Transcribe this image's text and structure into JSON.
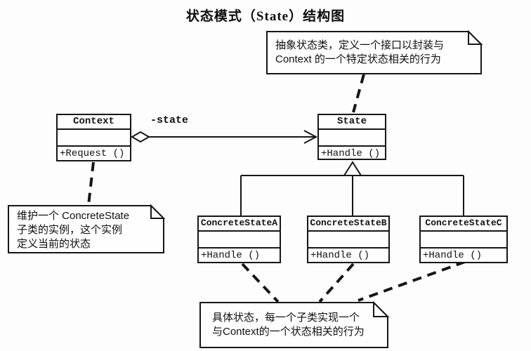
{
  "title": "状态模式（State）结构图",
  "classes": {
    "context": {
      "name": "Context",
      "method": "+Request ()"
    },
    "state": {
      "name": "State",
      "method": "+Handle ()"
    },
    "concreteA": {
      "name": "ConcreteStateA",
      "method": "+Handle ()"
    },
    "concreteB": {
      "name": "ConcreteStateB",
      "method": "+Handle ()"
    },
    "concreteC": {
      "name": "ConcreteStateC",
      "method": "+Handle ()"
    }
  },
  "labels": {
    "association": "-state"
  },
  "notes": {
    "state_note": {
      "lines": [
        "抽象状态类，定义一个接口以封装与",
        "Context 的一个特定状态相关的行为"
      ]
    },
    "context_note": {
      "lines": [
        "维护一个 ConcreteState",
        "子类的实例，这个实例",
        "定义当前的状态"
      ]
    },
    "concrete_note": {
      "lines": [
        "具体状态，每一个子类实现一个",
        "与Context的一个状态相关的行为"
      ]
    }
  },
  "colors": {
    "line": "#161616",
    "background": "#fdfdfd",
    "text": "#101010"
  }
}
